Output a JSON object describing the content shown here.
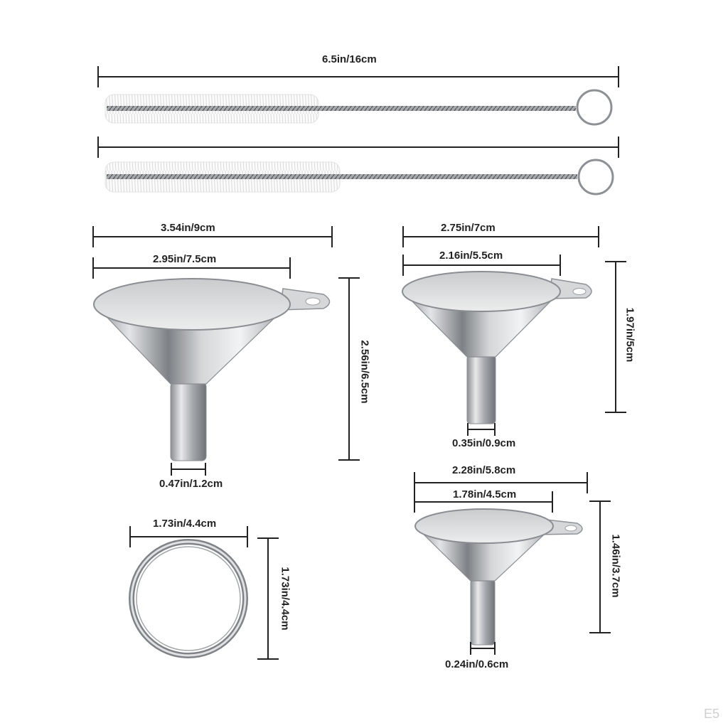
{
  "colors": {
    "dimension_line": "#222222",
    "steel": "#b9bcbf",
    "bristle": "#f4f4f4",
    "background": "#ffffff"
  },
  "dimensions": {
    "brush_length": "6.5in/16cm",
    "large_funnel_width": "3.54in/9cm",
    "large_funnel_mouth": "2.95in/7.5cm",
    "large_funnel_height": "2.56in/6.5cm",
    "large_funnel_spout": "0.47in/1.2cm",
    "medium_funnel_width": "2.75in/7cm",
    "medium_funnel_mouth": "2.16in/5.5cm",
    "medium_funnel_height": "1.97in/5cm",
    "medium_funnel_spout": "0.35in/0.9cm",
    "small_funnel_width": "2.28in/5.8cm",
    "small_funnel_mouth": "1.78in/4.5cm",
    "small_funnel_height": "1.46in/3.7cm",
    "small_funnel_spout": "0.24in/0.6cm",
    "ring_width": "1.73in/4.4cm",
    "ring_height": "1.73in/4.4cm"
  },
  "watermark": "E5"
}
